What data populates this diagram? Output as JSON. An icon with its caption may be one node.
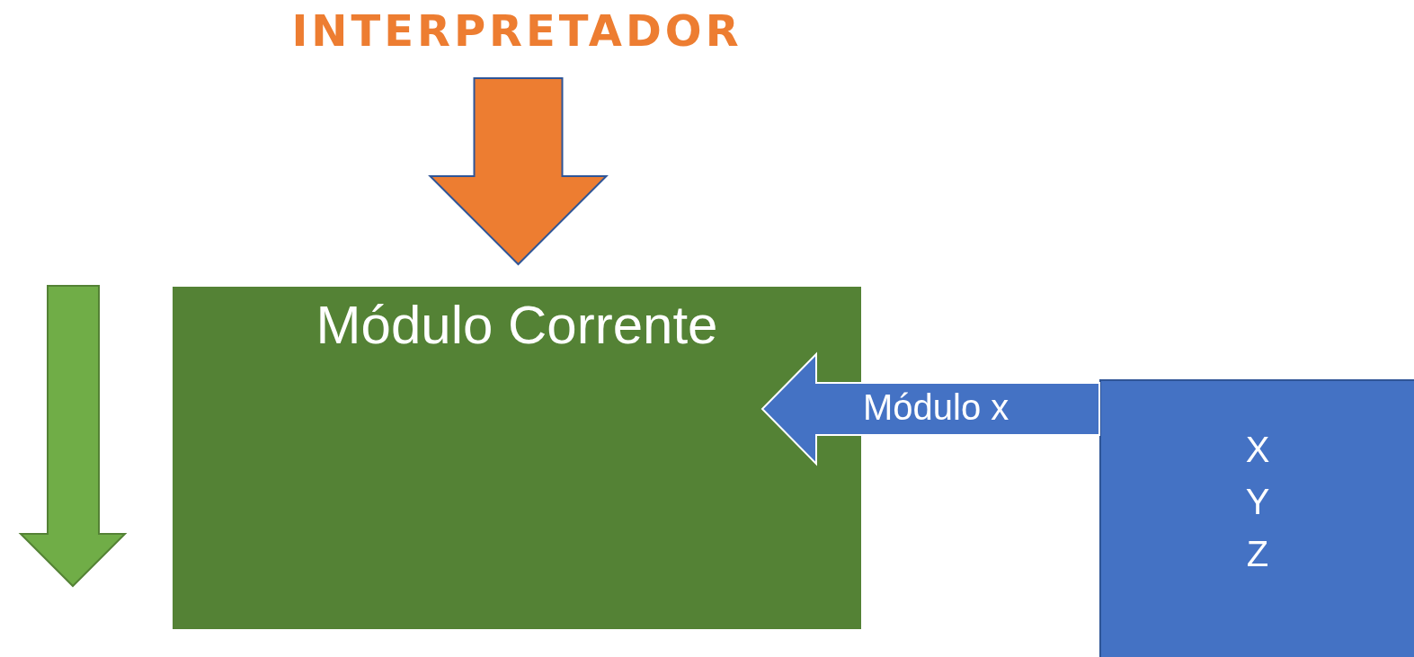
{
  "diagram": {
    "nodes": [
      {
        "text": [
          "INTERPRETADOR"
        ]
      },
      {
        "text": [
          "Módulo Corrente"
        ]
      },
      {
        "text": [
          "X Y Z"
        ]
      }
    ],
    "edges": [
      {
        "from": 0,
        "to": 1,
        "arrow": "to",
        "style": "thick",
        "color": "#ed7d31"
      },
      {
        "from": 2,
        "to": 1,
        "arrow": "to",
        "style": "thick",
        "color": "#4472c4",
        "label": "Módulo x"
      }
    ]
  }
}
